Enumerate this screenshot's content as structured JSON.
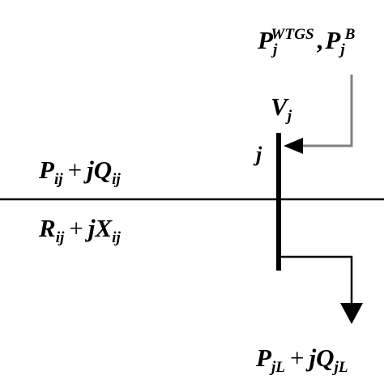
{
  "labels": {
    "wtg_power": {
      "p": "P",
      "sub": "j",
      "sup": "WTGS",
      "sep": ",",
      "p2": "P",
      "sub2": "j",
      "sup2": "B"
    },
    "bus_voltage": {
      "v": "V",
      "sub": "j"
    },
    "bus_name": "j",
    "line_power": {
      "p": "P",
      "p_sub": "ij",
      "op": "+",
      "jq": "jQ",
      "q_sub": "ij"
    },
    "line_impedance": {
      "r": "R",
      "r_sub": "ij",
      "op": "+",
      "jx": "jX",
      "x_sub": "ij"
    },
    "load_power": {
      "p": "P",
      "p_sub": "jL",
      "op": "+",
      "jq": "jQ",
      "q_sub": "jL"
    }
  },
  "colors": {
    "background": "#ffffff",
    "line": "#000000",
    "injection_arrow": "#808080"
  }
}
